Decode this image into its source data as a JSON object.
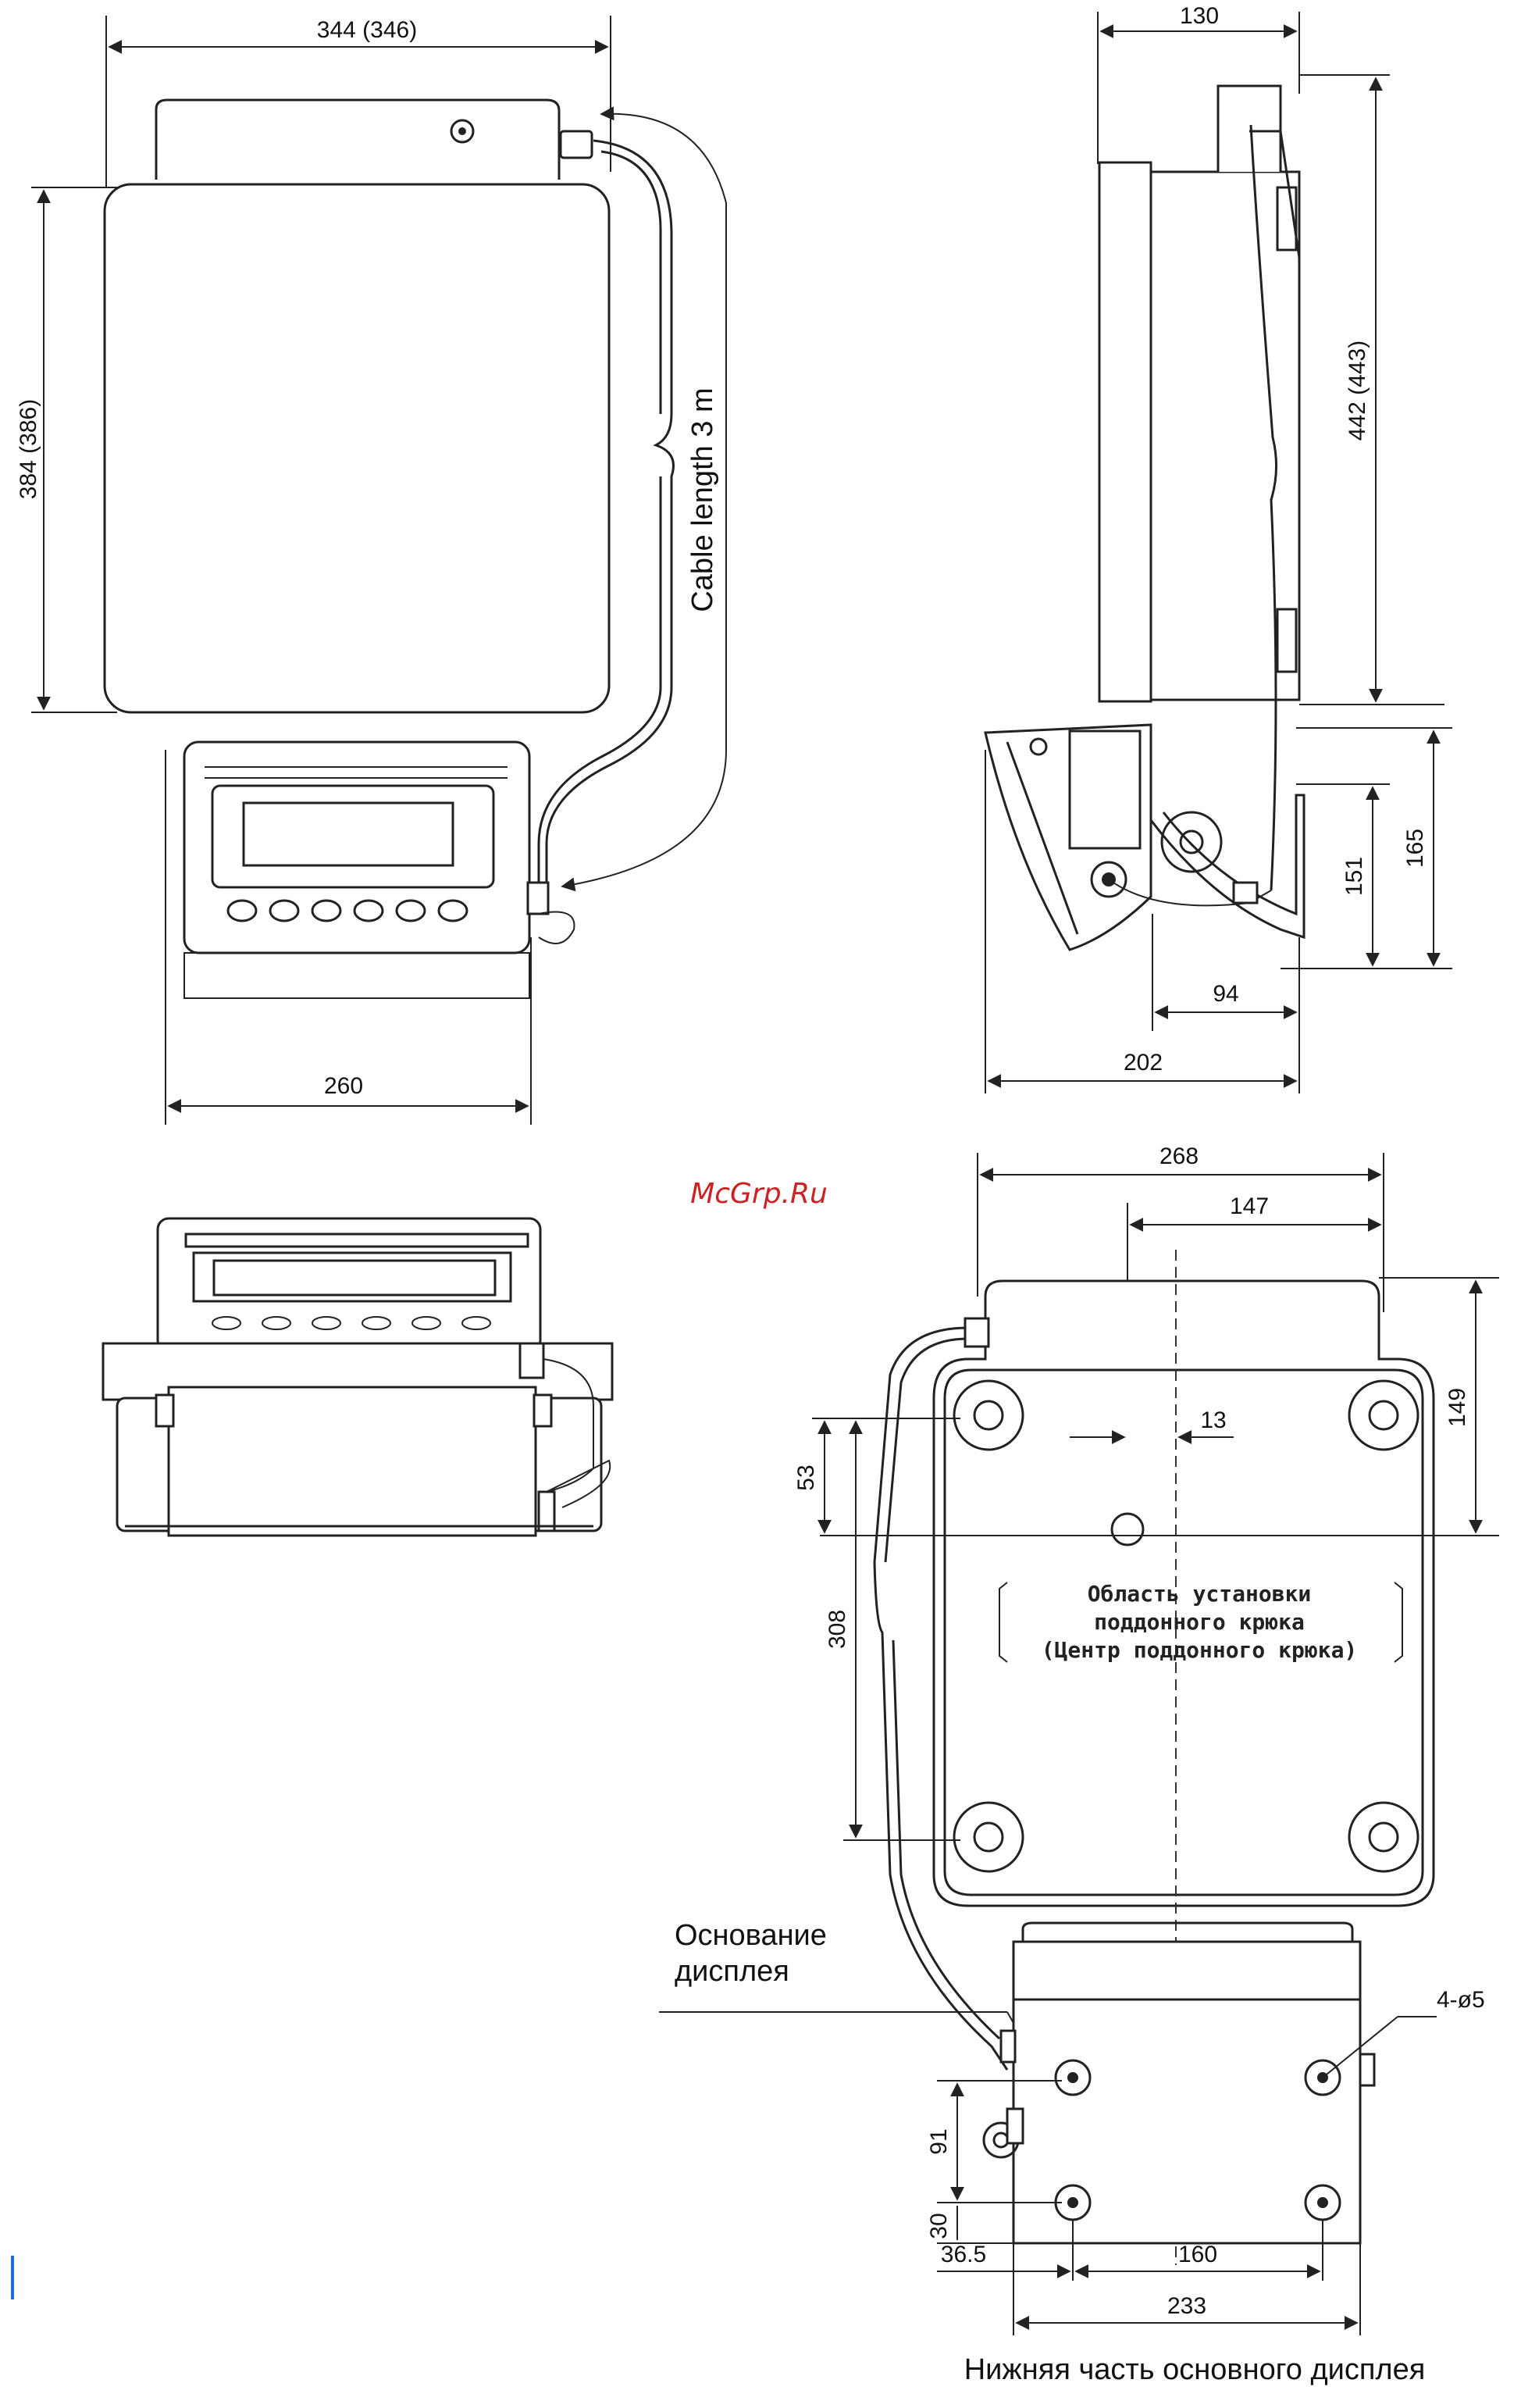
{
  "dimensions": {
    "top_width": "344 (346)",
    "top_height": "384 (386)",
    "cable_length": "Cable length 3 m",
    "display_width": "260",
    "side_width": "130",
    "side_height": "442 (443)",
    "disp_h_165": "165",
    "disp_h_151": "151",
    "disp_w_94": "94",
    "disp_w_202": "202",
    "bottom_w_268": "268",
    "bottom_w_147": "147",
    "offset_13": "13",
    "bottom_h_149": "149",
    "bottom_h_53": "53",
    "bottom_h_308": "308",
    "holes": "4-ø5",
    "base_h_91": "91",
    "base_h_30": "30",
    "base_w_36_5": "36.5",
    "base_w_160": "160",
    "base_w_233": "233"
  },
  "annotations": {
    "hook_area_line1": "Область установки",
    "hook_area_line2": "поддонного крюка",
    "hook_area_line3": "(Центр поддонного крюка)",
    "display_base_line1": "Основание",
    "display_base_line2": "дисплея",
    "bottom_caption": "Нижняя часть основного дисплея"
  },
  "watermark": {
    "text": "McGrp.Ru",
    "color": "#cc2222"
  },
  "colors": {
    "line": "#222222",
    "accent": "#1e6fd9"
  }
}
